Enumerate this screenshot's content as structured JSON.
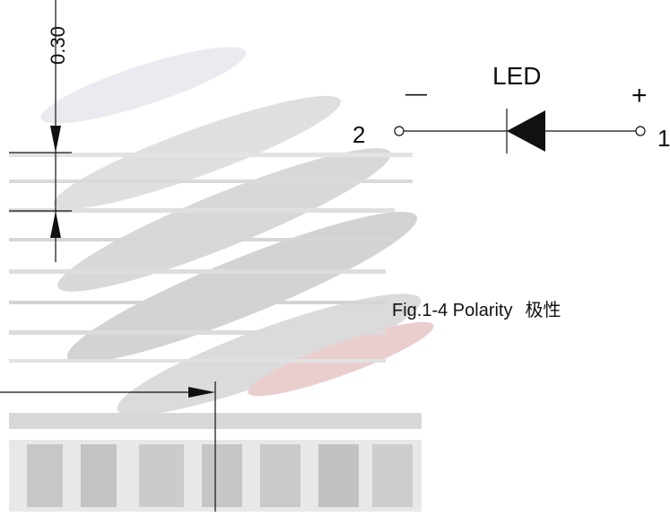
{
  "dimension": {
    "value": "0.30"
  },
  "schematic": {
    "title": "LED",
    "minus_sign": "—",
    "plus_sign": "+",
    "pin_left": "2",
    "pin_right": "1"
  },
  "caption": {
    "figure": "Fig.1-4 Polarity",
    "cn": "极性"
  },
  "colors": {
    "line": "#111111",
    "ghost": "#d8dbe2"
  }
}
